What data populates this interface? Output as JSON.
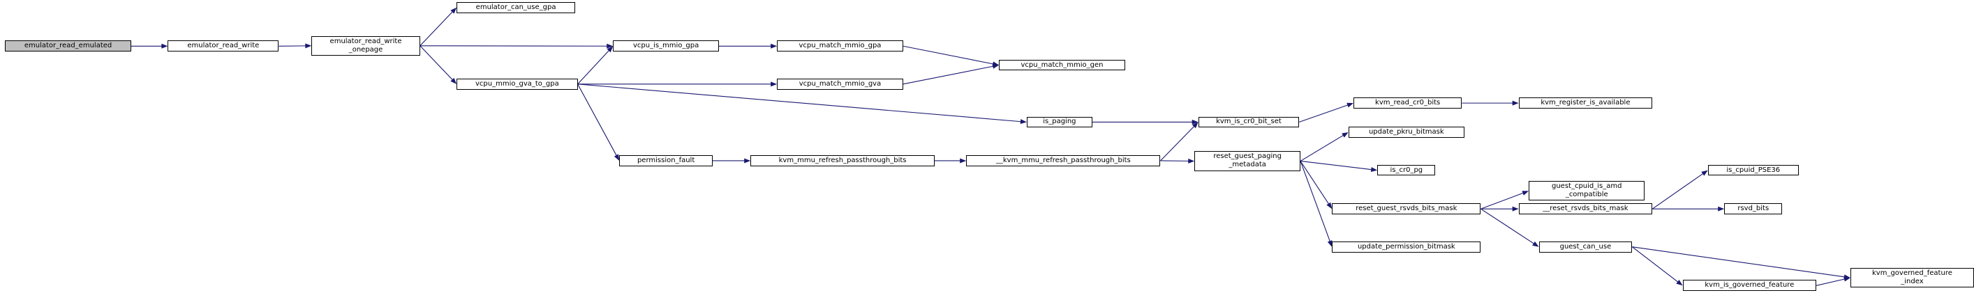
{
  "colors": {
    "edge": "#191970",
    "node_border": "#000000",
    "root_fill": "#bfbfbf",
    "node_fill": "#ffffff"
  },
  "nodes": [
    {
      "id": "n0",
      "label": "emulator_read_emulated",
      "root": true
    },
    {
      "id": "n1",
      "label": "emulator_read_write"
    },
    {
      "id": "n2",
      "label": "emulator_read_write\n_onepage"
    },
    {
      "id": "n3",
      "label": "emulator_can_use_gpa"
    },
    {
      "id": "n4",
      "label": "vcpu_is_mmio_gpa"
    },
    {
      "id": "n5",
      "label": "vcpu_mmio_gva_to_gpa"
    },
    {
      "id": "n6",
      "label": "vcpu_match_mmio_gpa"
    },
    {
      "id": "n7",
      "label": "vcpu_match_mmio_gva"
    },
    {
      "id": "n8",
      "label": "vcpu_match_mmio_gen"
    },
    {
      "id": "n9",
      "label": "is_paging"
    },
    {
      "id": "n10",
      "label": "permission_fault"
    },
    {
      "id": "n11",
      "label": "kvm_mmu_refresh_passthrough_bits"
    },
    {
      "id": "n12",
      "label": "__kvm_mmu_refresh_passthrough_bits"
    },
    {
      "id": "n13",
      "label": "kvm_is_cr0_bit_set"
    },
    {
      "id": "n14",
      "label": "kvm_read_cr0_bits"
    },
    {
      "id": "n15",
      "label": "kvm_register_is_available"
    },
    {
      "id": "n16",
      "label": "reset_guest_paging\n_metadata"
    },
    {
      "id": "n17",
      "label": "update_pkru_bitmask"
    },
    {
      "id": "n18",
      "label": "is_cr0_pg"
    },
    {
      "id": "n19",
      "label": "reset_guest_rsvds_bits_mask"
    },
    {
      "id": "n20",
      "label": "update_permission_bitmask"
    },
    {
      "id": "n21",
      "label": "guest_cpuid_is_amd\n_compatible"
    },
    {
      "id": "n22",
      "label": "__reset_rsvds_bits_mask"
    },
    {
      "id": "n23",
      "label": "guest_can_use"
    },
    {
      "id": "n24",
      "label": "is_cpuid_PSE36"
    },
    {
      "id": "n25",
      "label": "rsvd_bits"
    },
    {
      "id": "n26",
      "label": "kvm_governed_feature\n_index"
    },
    {
      "id": "n27",
      "label": "kvm_is_governed_feature"
    }
  ],
  "edges": [
    [
      "n0",
      "n1"
    ],
    [
      "n1",
      "n2"
    ],
    [
      "n2",
      "n3"
    ],
    [
      "n2",
      "n4"
    ],
    [
      "n2",
      "n5"
    ],
    [
      "n4",
      "n6"
    ],
    [
      "n5",
      "n4"
    ],
    [
      "n5",
      "n7"
    ],
    [
      "n6",
      "n8"
    ],
    [
      "n7",
      "n8"
    ],
    [
      "n5",
      "n9"
    ],
    [
      "n5",
      "n10"
    ],
    [
      "n9",
      "n13"
    ],
    [
      "n10",
      "n11"
    ],
    [
      "n11",
      "n12"
    ],
    [
      "n12",
      "n13"
    ],
    [
      "n12",
      "n16"
    ],
    [
      "n13",
      "n14"
    ],
    [
      "n14",
      "n15"
    ],
    [
      "n16",
      "n17"
    ],
    [
      "n16",
      "n18"
    ],
    [
      "n16",
      "n19"
    ],
    [
      "n16",
      "n20"
    ],
    [
      "n19",
      "n21"
    ],
    [
      "n19",
      "n22"
    ],
    [
      "n19",
      "n23"
    ],
    [
      "n22",
      "n24"
    ],
    [
      "n22",
      "n25"
    ],
    [
      "n23",
      "n26"
    ],
    [
      "n23",
      "n27"
    ],
    [
      "n27",
      "n26"
    ]
  ]
}
